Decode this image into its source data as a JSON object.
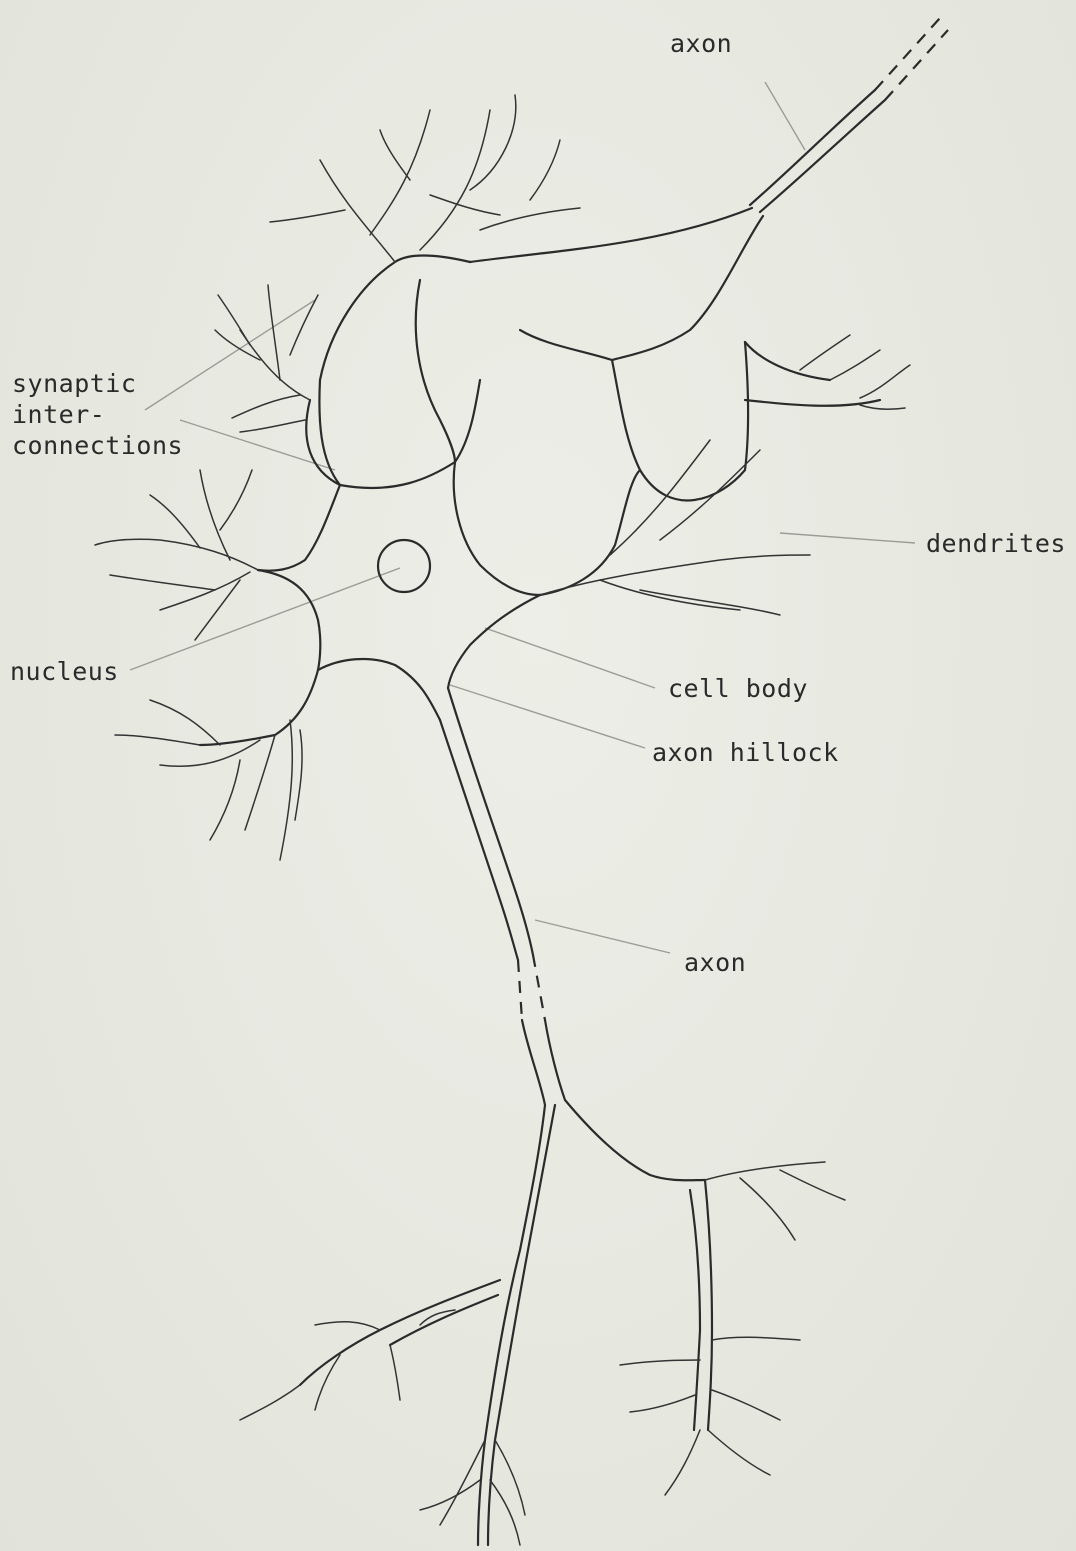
{
  "labels": {
    "axon_top": "axon",
    "synaptic": "synaptic\ninter-\nconnections",
    "dendrites": "dendrites",
    "nucleus": "nucleus",
    "cell_body": "cell body",
    "axon_hillock": "axon hillock",
    "axon_bottom": "axon"
  },
  "colors": {
    "paper": "#e7e9e1",
    "ink": "#2b2b2b",
    "leader": "#9a9c96"
  }
}
